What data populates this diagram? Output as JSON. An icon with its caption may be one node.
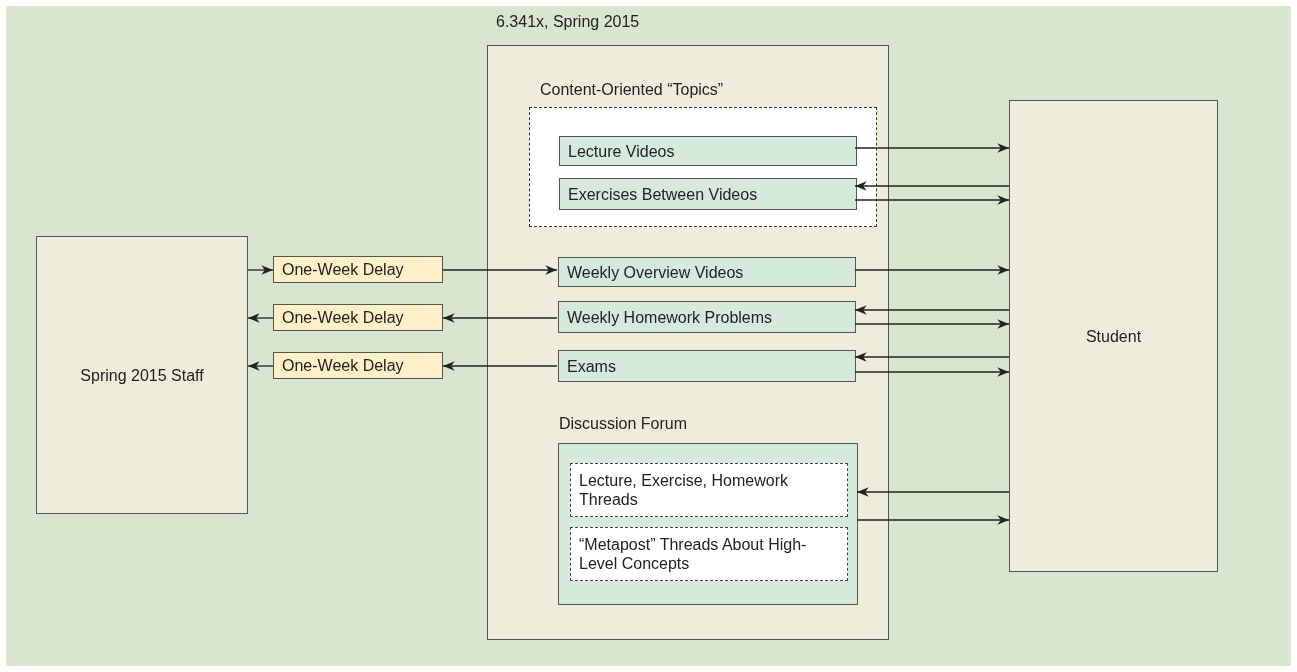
{
  "diagram": {
    "nodes": [
      {
        "text": [
          "Spring 2015 Staff"
        ]
      },
      {
        "text": [
          "One-Week Delay"
        ]
      },
      {
        "text": [
          "One-Week Delay"
        ]
      },
      {
        "text": [
          "One-Week Delay"
        ]
      },
      {
        "text": [
          "6.341x, Spring 2015"
        ]
      },
      {
        "text": [
          "Content-Oriented “Topics”"
        ],
        "in": 4
      },
      {
        "text": [
          "Lecture Videos"
        ],
        "in": 5
      },
      {
        "text": [
          "Exercises Between Videos"
        ],
        "in": 5
      },
      {
        "text": [
          "Weekly Overview Videos"
        ],
        "in": 4
      },
      {
        "text": [
          "Weekly Homework Problems"
        ],
        "in": 4
      },
      {
        "text": [
          "Exams"
        ],
        "in": 4
      },
      {
        "text": [
          "Discussion Forum"
        ],
        "in": 4
      },
      {
        "text": [
          "Lecture, Exercise, Homework Threads"
        ],
        "in": 11
      },
      {
        "text": [
          "“Metapost” Threads About High-Level Concepts"
        ],
        "in": 11
      },
      {
        "text": [
          "Student"
        ]
      }
    ],
    "edges": [
      {
        "from": 0,
        "to": 1,
        "arrow": "to"
      },
      {
        "from": 1,
        "to": 8,
        "arrow": "to"
      },
      {
        "from": 9,
        "to": 2,
        "arrow": "to"
      },
      {
        "from": 2,
        "to": 0,
        "arrow": "to"
      },
      {
        "from": 10,
        "to": 3,
        "arrow": "to"
      },
      {
        "from": 3,
        "to": 0,
        "arrow": "to"
      },
      {
        "from": 6,
        "to": 14,
        "arrow": "to"
      },
      {
        "from": 14,
        "to": 7,
        "arrow": "to"
      },
      {
        "from": 7,
        "to": 14,
        "arrow": "to"
      },
      {
        "from": 8,
        "to": 14,
        "arrow": "to"
      },
      {
        "from": 14,
        "to": 9,
        "arrow": "to"
      },
      {
        "from": 9,
        "to": 14,
        "arrow": "to"
      },
      {
        "from": 14,
        "to": 10,
        "arrow": "to"
      },
      {
        "from": 10,
        "to": 14,
        "arrow": "to"
      },
      {
        "from": 14,
        "to": 11,
        "arrow": "to"
      },
      {
        "from": 11,
        "to": 14,
        "arrow": "to"
      }
    ]
  }
}
